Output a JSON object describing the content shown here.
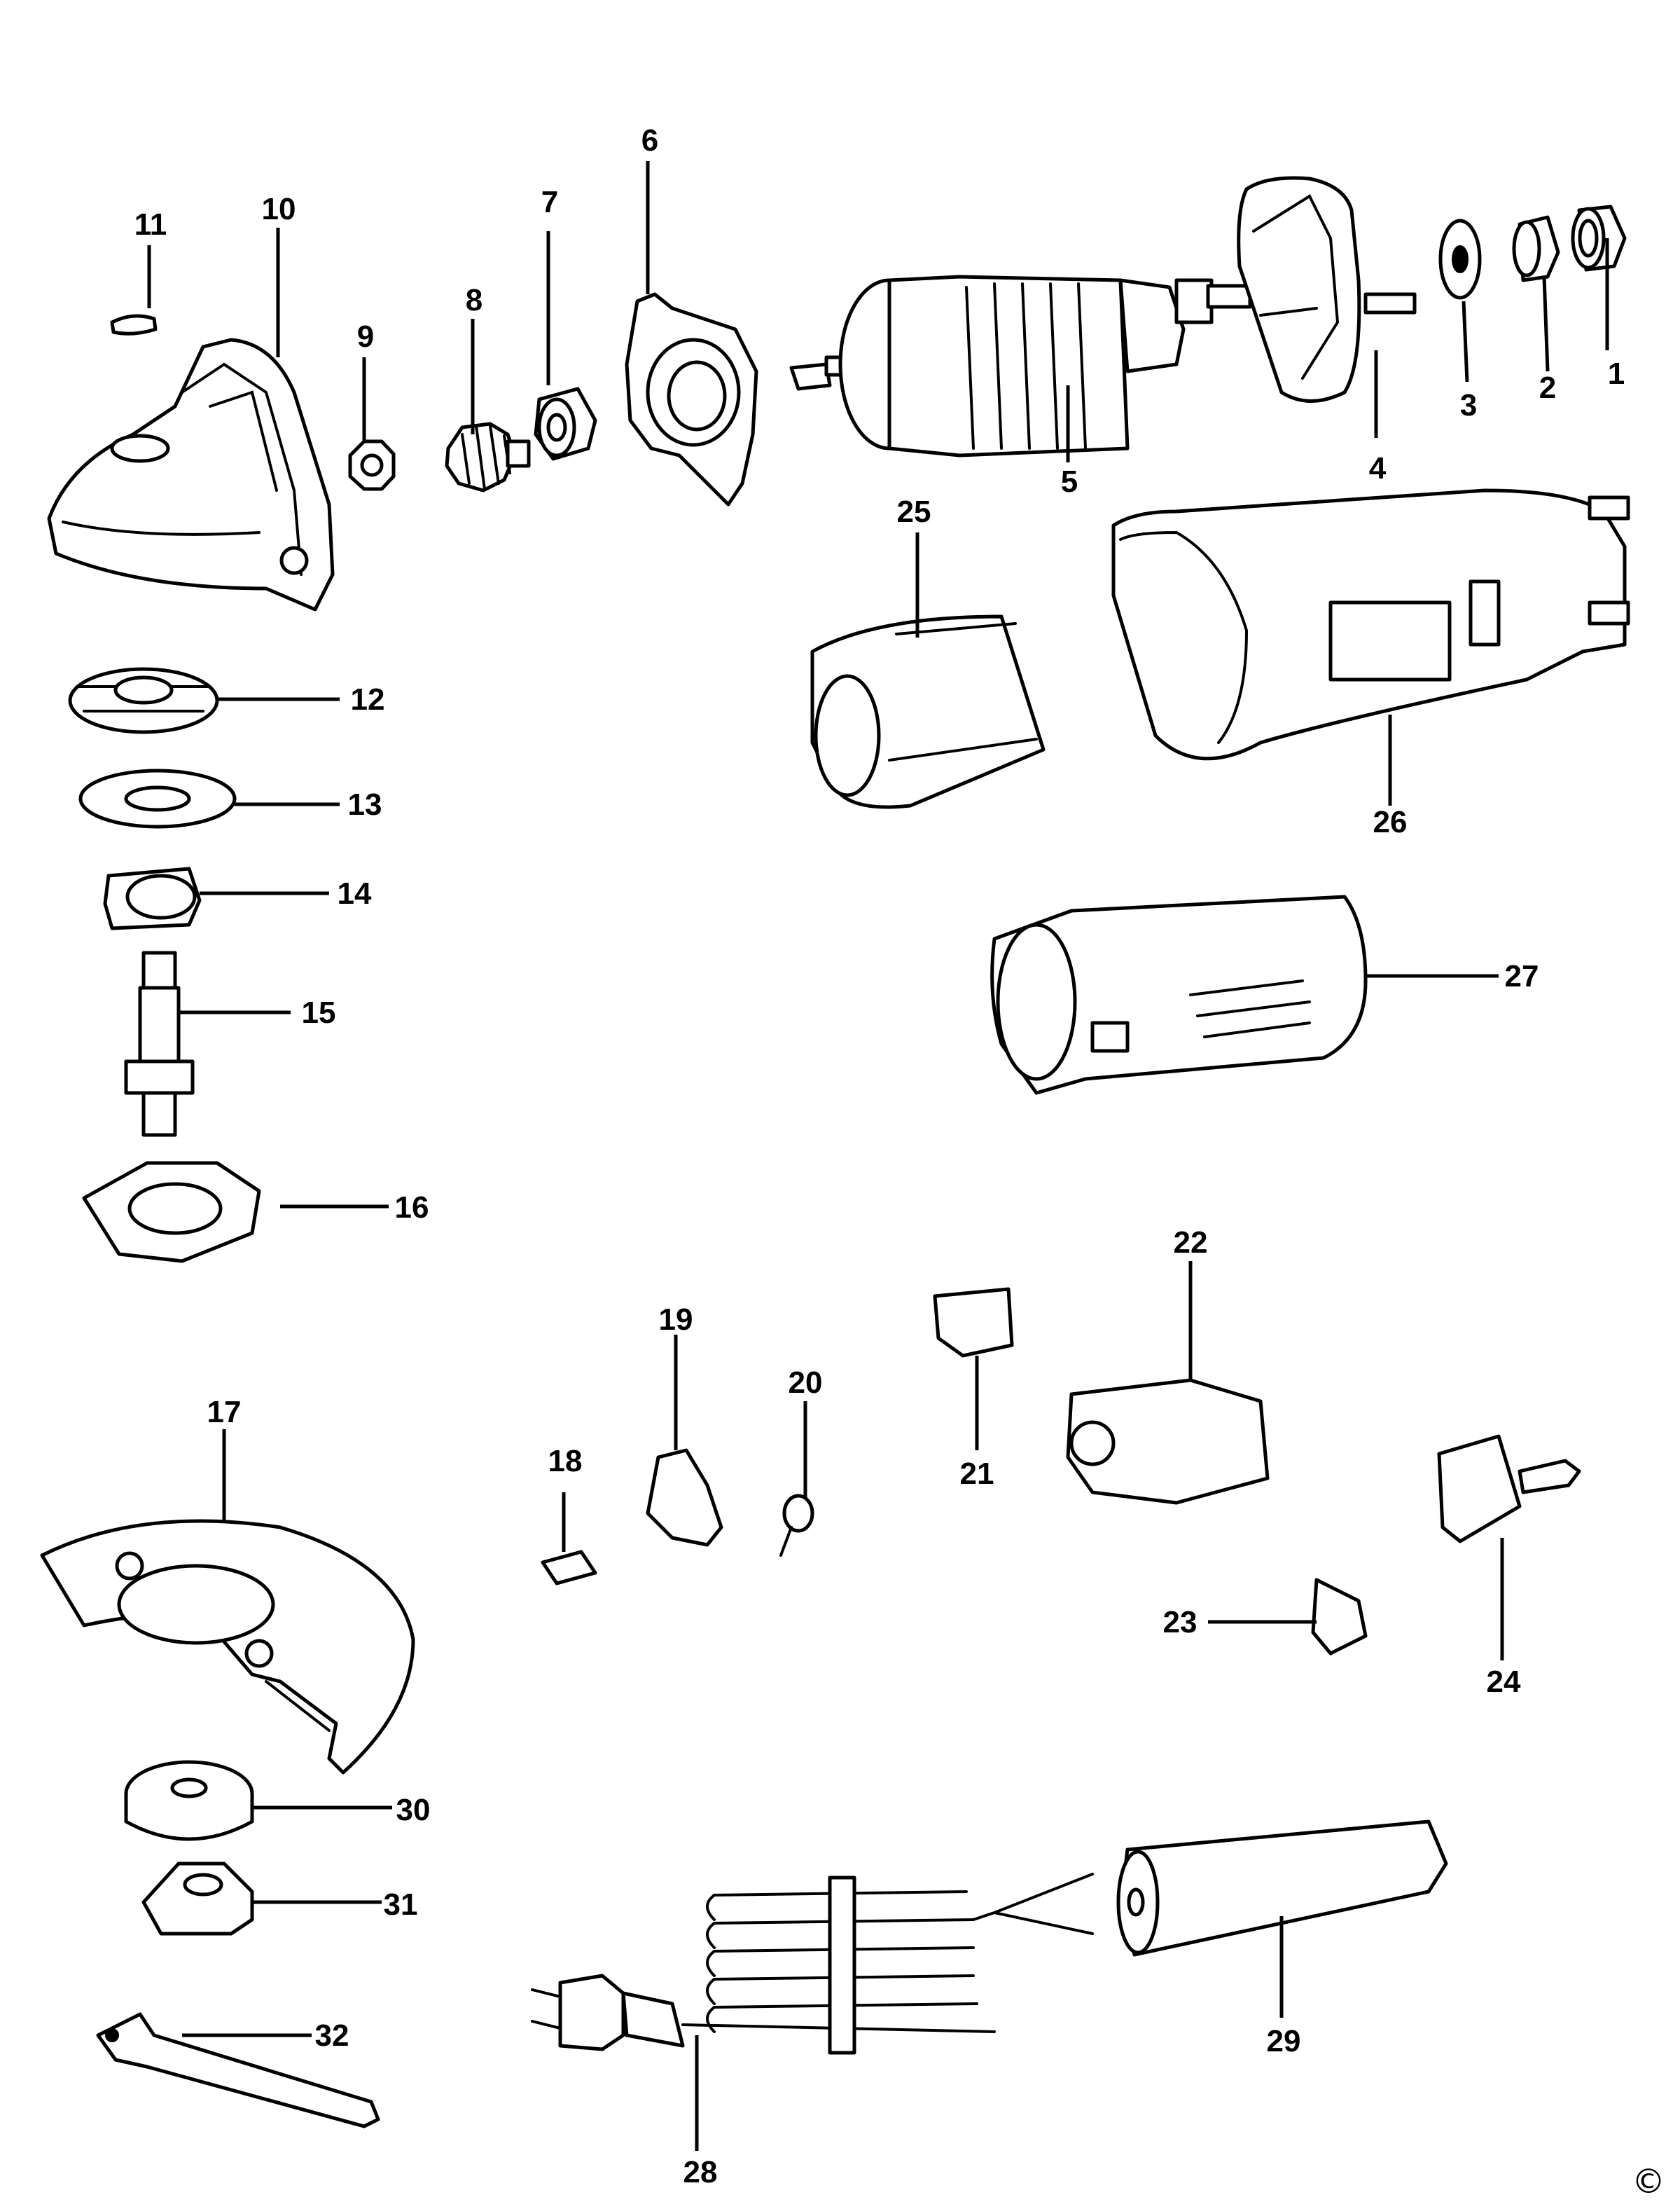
{
  "callouts": {
    "p1": "1",
    "p2": "2",
    "p3": "3",
    "p4": "4",
    "p5": "5",
    "p6": "6",
    "p7": "7",
    "p8": "8",
    "p9": "9",
    "p10": "10",
    "p11": "11",
    "p12": "12",
    "p13": "13",
    "p14": "14",
    "p15": "15",
    "p16": "16",
    "p17": "17",
    "p18": "18",
    "p19": "19",
    "p20": "20",
    "p21": "21",
    "p22": "22",
    "p23": "23",
    "p24": "24",
    "p25": "25",
    "p26": "26",
    "p27": "27",
    "p28": "28",
    "p29": "29",
    "p30": "30",
    "p31": "31",
    "p32": "32"
  },
  "copyright_mark": "©"
}
